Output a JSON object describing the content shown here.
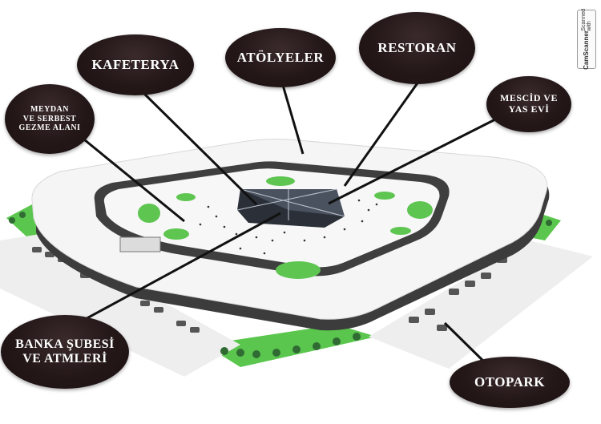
{
  "callouts": {
    "kafeterya": "KAFETERYA",
    "atolyeler": "ATÖLYELER",
    "restoran": "RESTORAN",
    "meydan": "MEYDAN\nVE SERBEST\nGEZME ALANI",
    "mescid": "MESCİD VE\nYAS EVİ",
    "banka": "BANKA ŞUBESİ\nVE ATMLERİ",
    "otopark": "OTOPARK"
  },
  "watermark": {
    "line1": "Scanned with",
    "line2": "CamScanner"
  },
  "colors": {
    "callout_bg": "#241718",
    "roof": "#f4f4f4",
    "facade": "#3a3a3a",
    "grass": "#55c24a",
    "plaza": "#f7f7f7"
  }
}
